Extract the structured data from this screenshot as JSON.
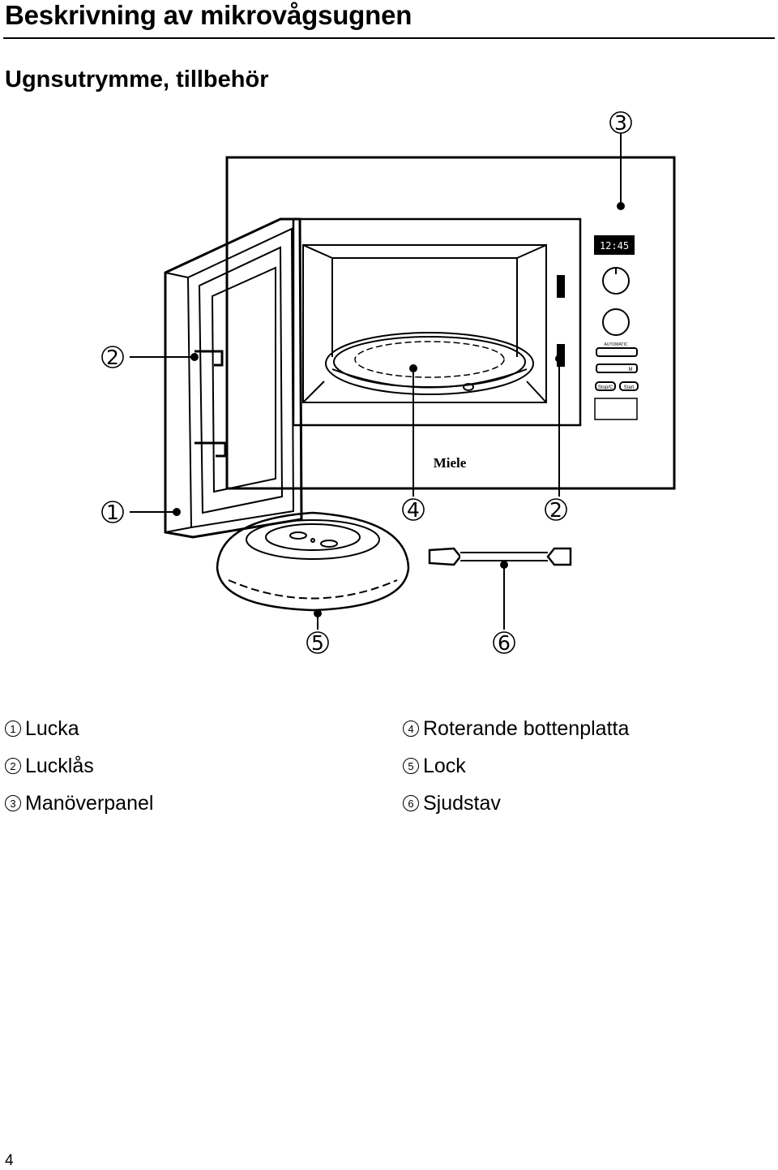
{
  "header": {
    "title": "Beskrivning av mikrovågsugnen",
    "subtitle": "Ugnsutrymme, tillbehör"
  },
  "illustration": {
    "brand": "Miele",
    "display_time": "12:45",
    "panel_labels": {
      "automatic": "AUTOMATIC",
      "stop": "Stop/C",
      "start": "Start",
      "memory": "M"
    },
    "callouts": [
      "3",
      "2",
      "1",
      "4",
      "2",
      "5",
      "6"
    ]
  },
  "legend": {
    "left": [
      {
        "num": "1",
        "label": "Lucka"
      },
      {
        "num": "2",
        "label": "Lucklås"
      },
      {
        "num": "3",
        "label": "Manöverpanel"
      }
    ],
    "right": [
      {
        "num": "4",
        "label": "Roterande bottenplatta"
      },
      {
        "num": "5",
        "label": "Lock"
      },
      {
        "num": "6",
        "label": "Sjudstav"
      }
    ]
  },
  "page_number": "4"
}
